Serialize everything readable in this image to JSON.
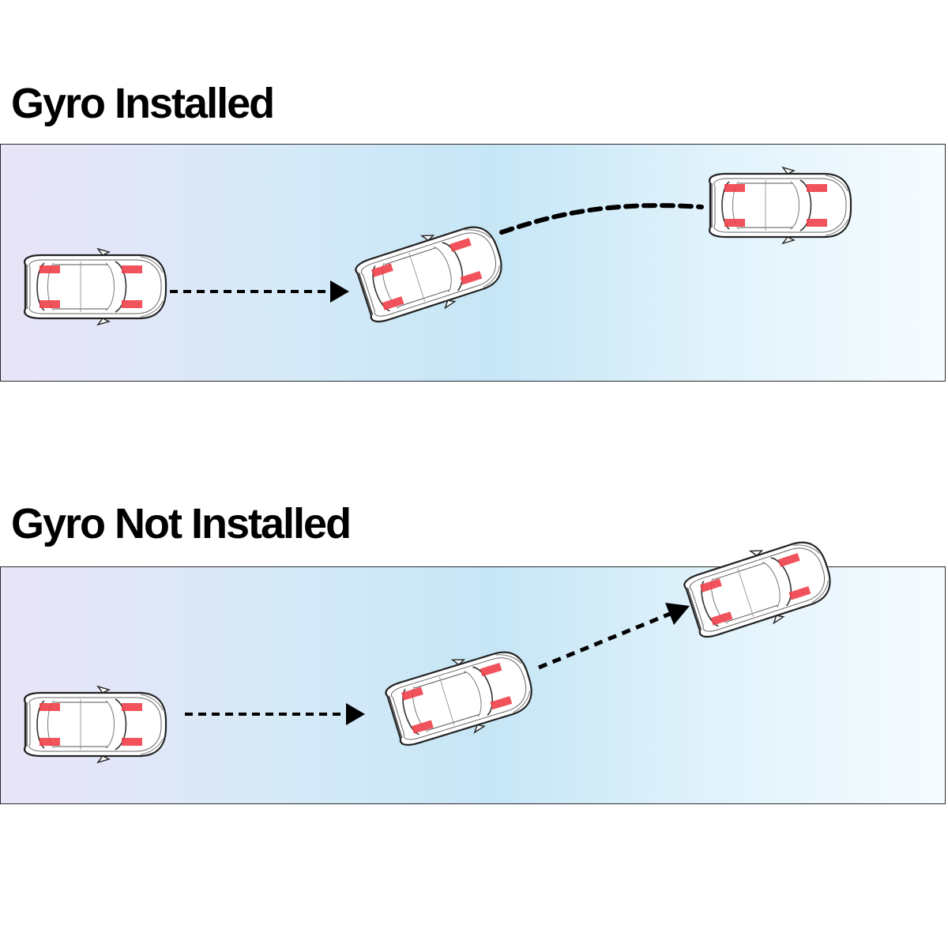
{
  "panels": [
    {
      "id": "gyro-installed",
      "title": "Gyro Installed",
      "path_style": "curved, recovers straight"
    },
    {
      "id": "gyro-not-installed",
      "title": "Gyro Not Installed",
      "path_style": "straight diagonal, continues drifting"
    }
  ],
  "colors": {
    "title": "#000000",
    "lane_border": "#2a2a2a",
    "lane_gradient": [
      "#e9e4f8",
      "#c6e6f6",
      "#f6fcff"
    ],
    "car_body": "#ffffff",
    "car_outline": "#222222",
    "wheel_marker": "#f0404a",
    "arrow": "#000000"
  },
  "icons": [
    "car-top-view-icon",
    "wheel-marker",
    "dashed-arrow"
  ]
}
